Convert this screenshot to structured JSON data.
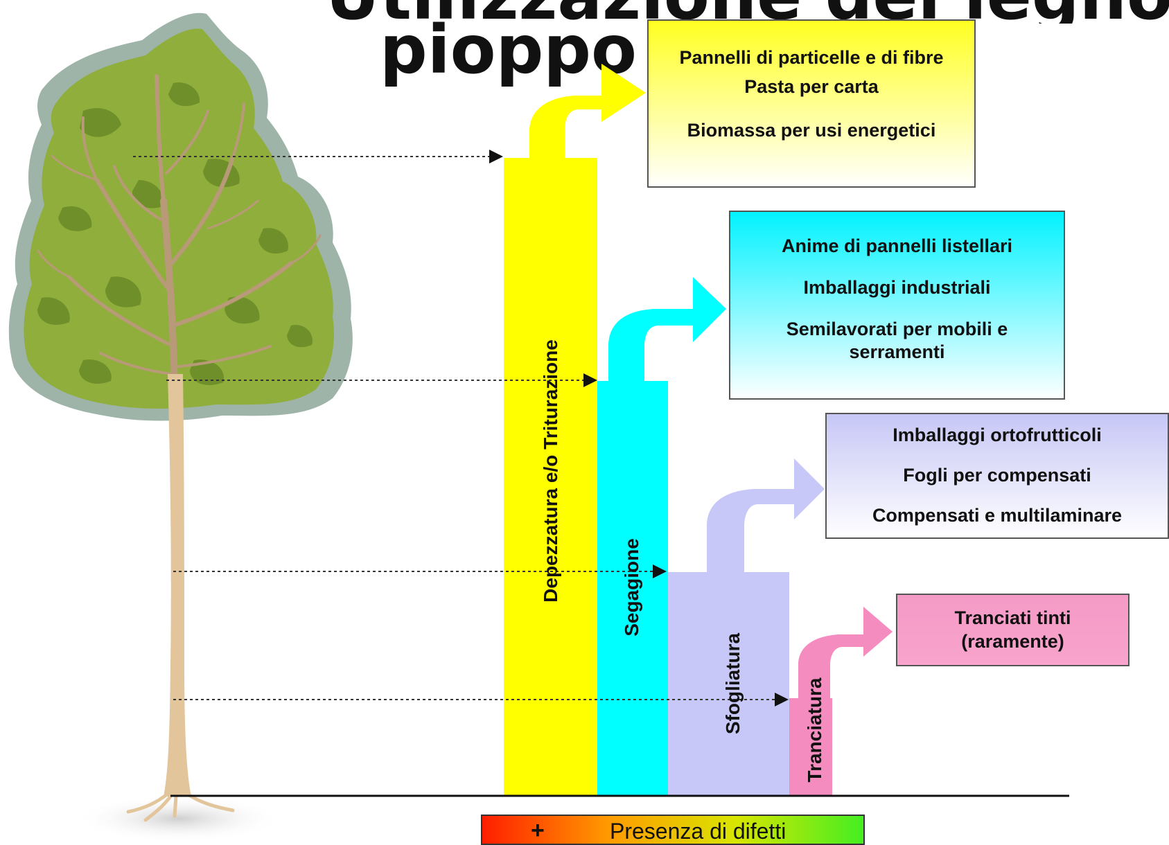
{
  "title": {
    "line1_fragment": "Utilizzazione del legno di",
    "line2": "pioppo"
  },
  "colors": {
    "yellow": "#ffff00",
    "cyan": "#00ffff",
    "lavender": "#c8c8f8",
    "pink": "#f58cc0",
    "leaf": "#8fae3b",
    "foliage_shadow": "#9fb4a8",
    "trunk": "#e3c59b"
  },
  "processes": [
    {
      "id": "depezzatura",
      "label": "Depezzatura e/o Triturazione"
    },
    {
      "id": "segagione",
      "label": "Segagione"
    },
    {
      "id": "sfogliatura",
      "label": "Sfogliatura"
    },
    {
      "id": "tranciatura",
      "label": "Tranciatura"
    }
  ],
  "products": [
    {
      "id": "yellow-box",
      "lines": [
        "Pannelli di particelle e di fibre",
        "Pasta per carta",
        "Biomassa per usi energetici"
      ]
    },
    {
      "id": "cyan-box",
      "lines": [
        "Anime di pannelli listellari",
        "Imballaggi industriali",
        "Semilavorati per mobili e serramenti"
      ]
    },
    {
      "id": "lavender-box",
      "lines": [
        "Imballaggi ortofrutticoli",
        "Fogli per compensati",
        "Compensati  e multilaminare"
      ]
    },
    {
      "id": "pink-box",
      "lines": [
        "Tranciati tinti (raramente)"
      ]
    }
  ],
  "defects_bar": {
    "plus": "+",
    "label": "Presenza di difetti"
  }
}
